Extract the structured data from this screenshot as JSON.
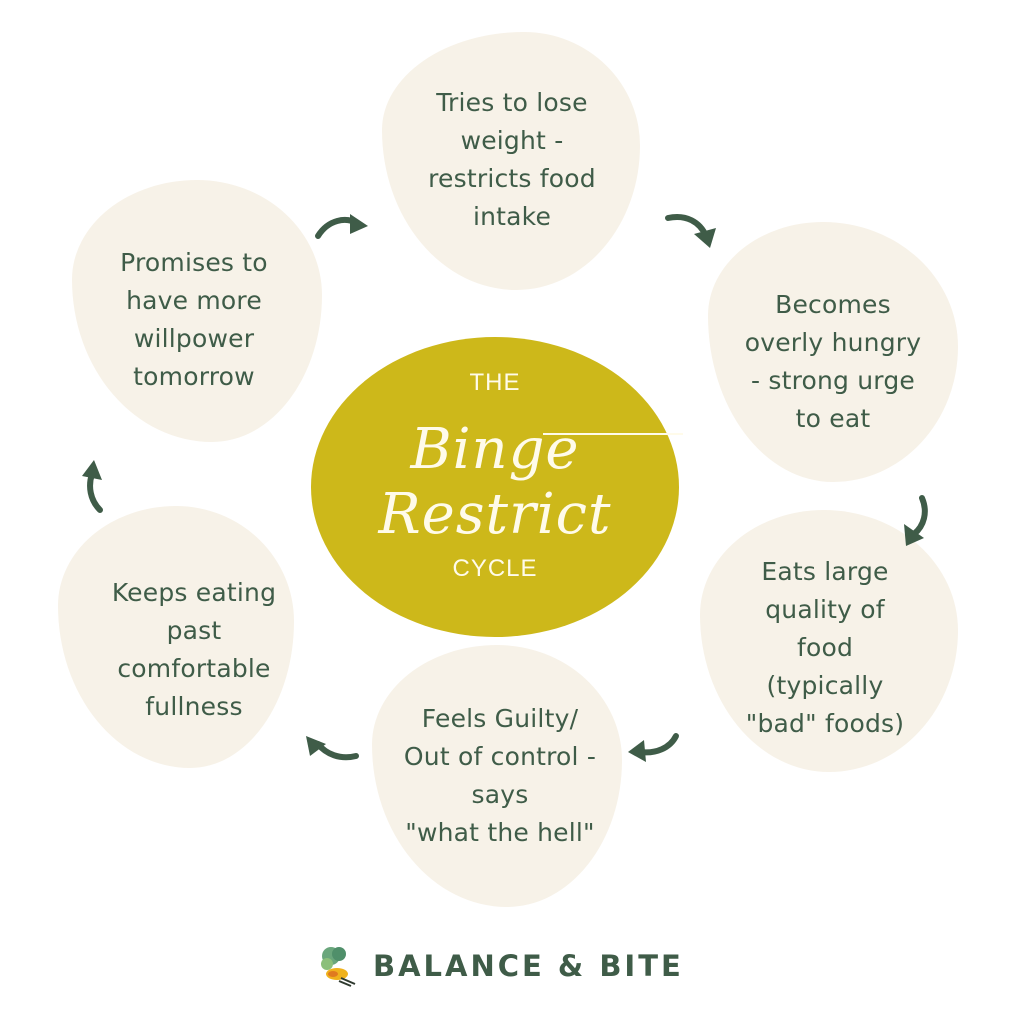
{
  "center": {
    "top_label": "THE",
    "script_title": "Binge Restrict",
    "bottom_label": "CYCLE",
    "color": "#cdb81a"
  },
  "steps": [
    {
      "id": "restrict",
      "text": "Tries to lose\nweight -\nrestricts food\nintake"
    },
    {
      "id": "hungry",
      "text": "Becomes\noverly hungry\n- strong urge\nto eat"
    },
    {
      "id": "binge",
      "text": "Eats large\nquality of\nfood\n(typically\n\"bad\" foods)"
    },
    {
      "id": "guilt",
      "text": "Feels Guilty/\nOut of control -\nsays\n \"what the hell\""
    },
    {
      "id": "overeat",
      "text": "Keeps eating\npast\ncomfortable\nfullness"
    },
    {
      "id": "promise",
      "text": "Promises to\nhave more\nwillpower\ntomorrow"
    }
  ],
  "arrows": [
    {
      "from": "promise",
      "to": "restrict",
      "icon": "curved-arrow-icon"
    },
    {
      "from": "restrict",
      "to": "hungry",
      "icon": "curved-arrow-icon"
    },
    {
      "from": "hungry",
      "to": "binge",
      "icon": "curved-arrow-icon"
    },
    {
      "from": "binge",
      "to": "guilt",
      "icon": "curved-arrow-icon"
    },
    {
      "from": "guilt",
      "to": "overeat",
      "icon": "curved-arrow-icon"
    },
    {
      "from": "overeat",
      "to": "promise",
      "icon": "curved-arrow-icon"
    }
  ],
  "footer": {
    "brand": "BALANCE & BITE",
    "logo_icon": "broccoli-logo-icon"
  },
  "colors": {
    "blob": "#f7f2e8",
    "text": "#3f5c48",
    "arrow": "#3f5c48",
    "center": "#cdb81a"
  }
}
